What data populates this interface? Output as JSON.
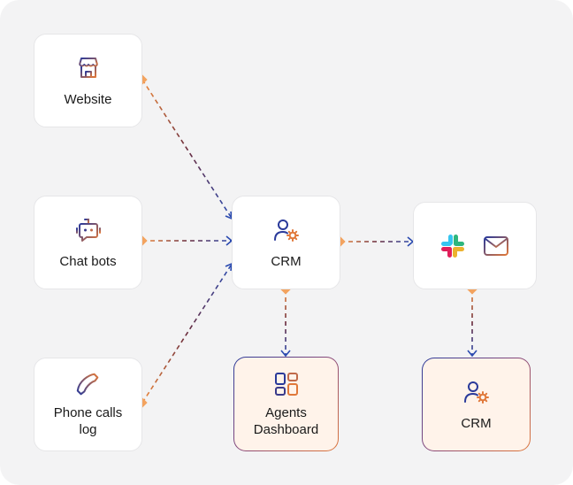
{
  "colors": {
    "background": "#f3f3f4",
    "node_border": "#e6e6e8",
    "highlight_fill": "#fff3ea",
    "connector_blue": "#2a4ab0",
    "connector_orange": "#f08a3c",
    "diamond": "#f3a35f"
  },
  "nodes": {
    "website": {
      "label": "Website",
      "icon": "storefront-icon"
    },
    "chatbots": {
      "label": "Chat bots",
      "icon": "chatbot-icon"
    },
    "phone": {
      "label": "Phone calls log",
      "icon": "phone-icon"
    },
    "crm_hub": {
      "label": "CRM",
      "icon": "user-gear-icon"
    },
    "integrations": {
      "icons": [
        "slack-icon",
        "mail-icon"
      ]
    },
    "agents_dashboard": {
      "label": "Agents Dashboard",
      "icon": "dashboard-grid-icon"
    },
    "crm_output": {
      "label": "CRM",
      "icon": "user-gear-icon"
    }
  },
  "edges": [
    {
      "from": "website",
      "to": "crm_hub"
    },
    {
      "from": "chatbots",
      "to": "crm_hub"
    },
    {
      "from": "phone",
      "to": "crm_hub"
    },
    {
      "from": "crm_hub",
      "to": "integrations"
    },
    {
      "from": "crm_hub",
      "to": "agents_dashboard"
    },
    {
      "from": "integrations",
      "to": "crm_output"
    }
  ]
}
